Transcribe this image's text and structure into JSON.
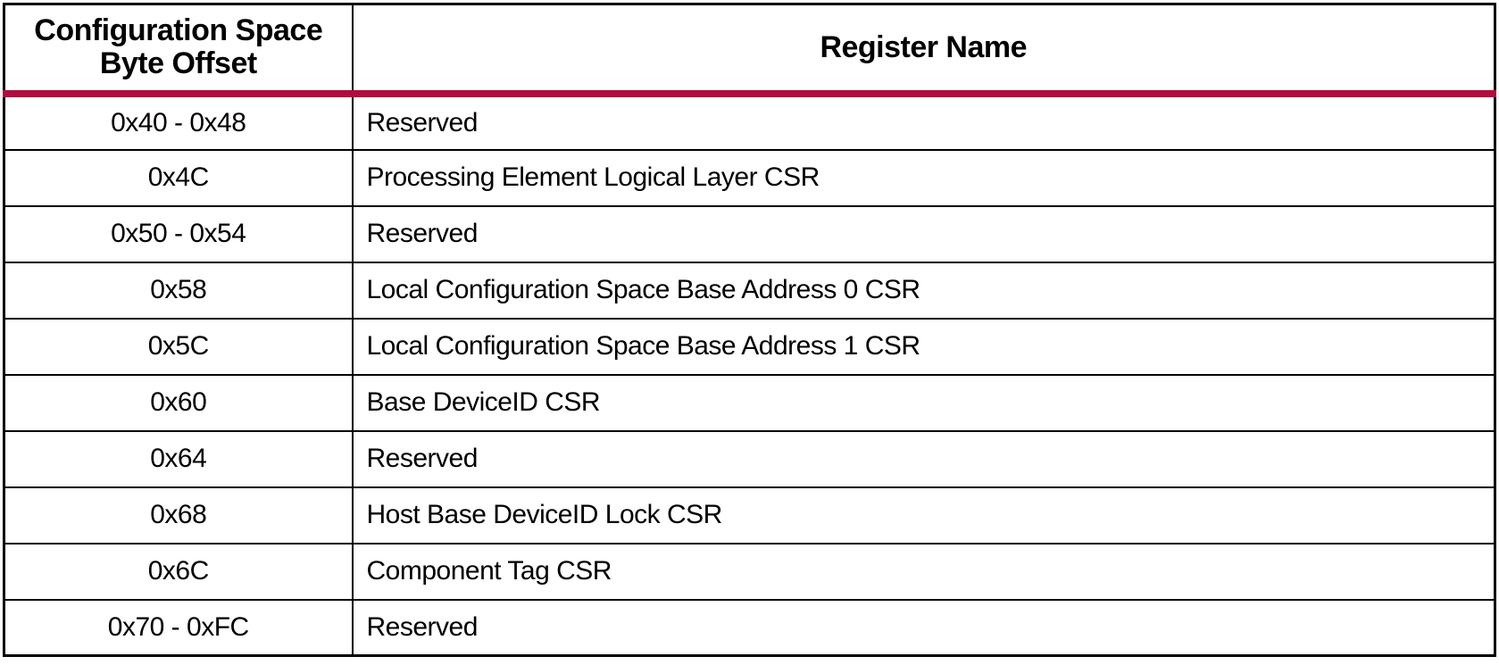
{
  "colors": {
    "accent_rule": "#B00D3E",
    "border": "#000000",
    "text": "#000000",
    "background": "#ffffff"
  },
  "table": {
    "headers": {
      "offset": "Configuration Space Byte Offset",
      "register": "Register Name"
    },
    "rows": [
      {
        "offset": "0x40 - 0x48",
        "register": "Reserved"
      },
      {
        "offset": "0x4C",
        "register": "Processing Element Logical Layer CSR"
      },
      {
        "offset": "0x50 - 0x54",
        "register": "Reserved"
      },
      {
        "offset": "0x58",
        "register": "Local Configuration Space Base Address 0 CSR"
      },
      {
        "offset": "0x5C",
        "register": "Local Configuration Space Base Address 1 CSR"
      },
      {
        "offset": "0x60",
        "register": "Base DeviceID CSR"
      },
      {
        "offset": "0x64",
        "register": "Reserved"
      },
      {
        "offset": "0x68",
        "register": "Host Base DeviceID Lock CSR"
      },
      {
        "offset": "0x6C",
        "register": "Component Tag CSR"
      },
      {
        "offset": "0x70 - 0xFC",
        "register": "Reserved"
      }
    ]
  }
}
